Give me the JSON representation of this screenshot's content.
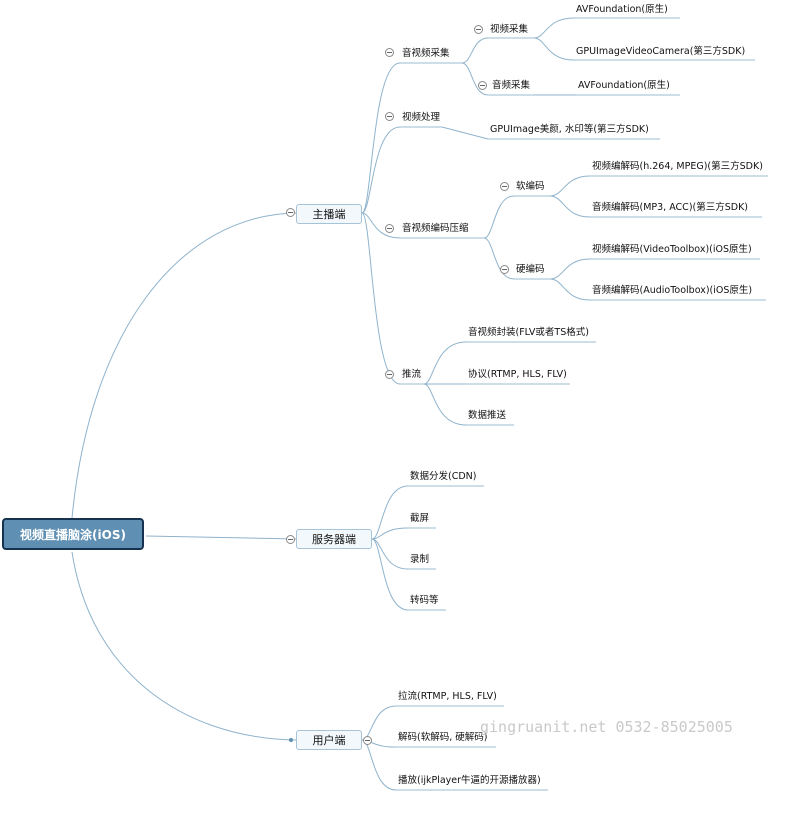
{
  "root": "视频直播脑涂(iOS)",
  "anchor": {
    "label": "主播端",
    "capture": {
      "label": "音视频采集",
      "video": {
        "label": "视频采集",
        "items": [
          "AVFoundation(原生)",
          "GPUImageVideoCamera(第三方SDK)"
        ]
      },
      "audio": {
        "label": "音频采集",
        "items": [
          "AVFoundation(原生)"
        ]
      }
    },
    "processing": {
      "label": "视频处理",
      "items": [
        "GPUImage美颜, 水印等(第三方SDK)"
      ]
    },
    "encoding": {
      "label": "音视频编码压缩",
      "soft": {
        "label": "软编码",
        "items": [
          "视频编解码(h.264, MPEG)(第三方SDK)",
          "音频编解码(MP3, ACC)(第三方SDK)"
        ]
      },
      "hard": {
        "label": "硬编码",
        "items": [
          "视频编解码(VideoToolbox)(iOS原生)",
          "音频编解码(AudioToolbox)(iOS原生)"
        ]
      }
    },
    "push": {
      "label": "推流",
      "items": [
        "音视频封装(FLV或者TS格式)",
        "协议(RTMP, HLS, FLV)",
        "数据推送"
      ]
    }
  },
  "server": {
    "label": "服务器端",
    "items": [
      "数据分发(CDN)",
      "截屏",
      "录制",
      "转码等"
    ]
  },
  "user": {
    "label": "用户端",
    "items": [
      "拉流(RTMP, HLS, FLV)",
      "解码(软解码, 硬解码)",
      "播放(ijkPlayer牛逼的开源播放器)"
    ]
  },
  "watermark": "gingruanit.net 0532-85025005"
}
